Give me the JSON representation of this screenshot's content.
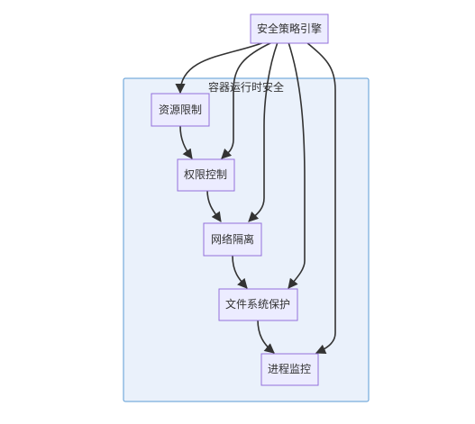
{
  "diagram": {
    "cluster": {
      "label": "容器运行时安全"
    },
    "nodes": [
      {
        "id": "engine",
        "label": "安全策略引擎"
      },
      {
        "id": "resource",
        "label": "资源限制"
      },
      {
        "id": "perm",
        "label": "权限控制"
      },
      {
        "id": "net",
        "label": "网络隔离"
      },
      {
        "id": "fs",
        "label": "文件系统保护"
      },
      {
        "id": "proc",
        "label": "进程监控"
      }
    ],
    "edges": [
      {
        "from": "engine",
        "to": "resource"
      },
      {
        "from": "engine",
        "to": "perm"
      },
      {
        "from": "engine",
        "to": "net"
      },
      {
        "from": "engine",
        "to": "fs"
      },
      {
        "from": "engine",
        "to": "proc"
      },
      {
        "from": "resource",
        "to": "perm"
      },
      {
        "from": "perm",
        "to": "net"
      },
      {
        "from": "net",
        "to": "fs"
      },
      {
        "from": "fs",
        "to": "proc"
      }
    ],
    "colors": {
      "cluster_fill": "#EAF1FB",
      "cluster_stroke": "#5B9BD5",
      "node_fill": "#ECECFF",
      "node_stroke": "#9370DB",
      "edge": "#333333"
    }
  }
}
